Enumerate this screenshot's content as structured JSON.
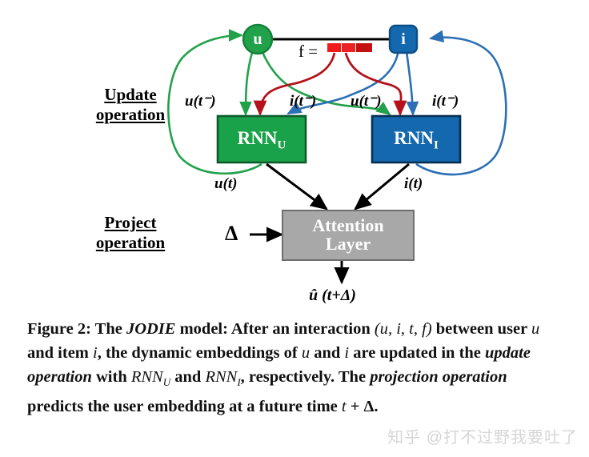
{
  "figure": {
    "nodes": {
      "user_node_label": "u",
      "item_node_label": "i",
      "user_node_color": "#22a14b",
      "item_node_color": "#1468ad"
    },
    "feature_bar": {
      "equation_label": "f =",
      "segments": [
        {
          "color": "#f01b1b",
          "width": 17
        },
        {
          "color": "#ea2222",
          "width": 17
        },
        {
          "color": "#c41212",
          "width": 20
        }
      ]
    },
    "boxes": {
      "rnn_u": {
        "label": "RNN",
        "subscript": "U",
        "color": "#1aa24a"
      },
      "rnn_i": {
        "label": "RNN",
        "subscript": "I",
        "color": "#1468ad"
      },
      "attention": {
        "line1": "Attention",
        "line2": "Layer",
        "color": "#a8a8a8"
      }
    },
    "side_labels": {
      "update": {
        "line1": "Update",
        "line2": "operation"
      },
      "project": {
        "line1": "Project",
        "line2": "operation"
      }
    },
    "edge_labels": {
      "u_prev_left": "u(t⁻)",
      "i_prev_left": "i(t⁻)",
      "u_prev_right": "u(t⁻)",
      "i_prev_right": "i(t⁻)",
      "u_out": "u(t)",
      "i_out": "i(t)"
    },
    "projection": {
      "delta_input": "Δ",
      "output": "û (t+Δ)"
    },
    "colors": {
      "green": "#22a14b",
      "blue": "#1468ad",
      "red": "#b5121b",
      "gray": "#a8a8a8",
      "black": "#000000"
    }
  },
  "caption": {
    "segments": [
      {
        "text": "Figure 2: The ",
        "style": "bold"
      },
      {
        "text": "JODIE",
        "style": "bold-italic"
      },
      {
        "text": " model: After an interaction ",
        "style": "bold"
      },
      {
        "text": "(u, i, t, f)",
        "style": "math-italic"
      },
      {
        "text": " between user ",
        "style": "bold"
      },
      {
        "text": "u",
        "style": "math-italic"
      },
      {
        "text": " and item ",
        "style": "bold"
      },
      {
        "text": "i",
        "style": "math-italic"
      },
      {
        "text": ", the dynamic embeddings of ",
        "style": "bold"
      },
      {
        "text": "u",
        "style": "math-italic"
      },
      {
        "text": " and ",
        "style": "bold"
      },
      {
        "text": "i",
        "style": "math-italic"
      },
      {
        "text": " are updated in the ",
        "style": "bold"
      },
      {
        "text": "update operation",
        "style": "bold-italic"
      },
      {
        "text": " with ",
        "style": "bold"
      },
      {
        "text": "RNN_U",
        "style": "math-italic"
      },
      {
        "text": " and ",
        "style": "bold"
      },
      {
        "text": "RNN_I",
        "style": "math-italic"
      },
      {
        "text": ", respectively. The ",
        "style": "bold"
      },
      {
        "text": "projection operation",
        "style": "bold-italic"
      },
      {
        "text": " predicts the user embedding at a future time ",
        "style": "bold"
      },
      {
        "text": "t + Δ",
        "style": "math-italic"
      },
      {
        "text": ".",
        "style": "bold"
      }
    ],
    "plain_text": "Figure 2: The JODIE model: After an interaction (u, i, t, f) between user u and item i, the dynamic embeddings of u and i are updated in the update operation with RNN_U and RNN_I, respectively. The projection operation predicts the user embedding at a future time t + Δ."
  },
  "watermark": {
    "text": "知乎 @打不过野我要吐了"
  }
}
